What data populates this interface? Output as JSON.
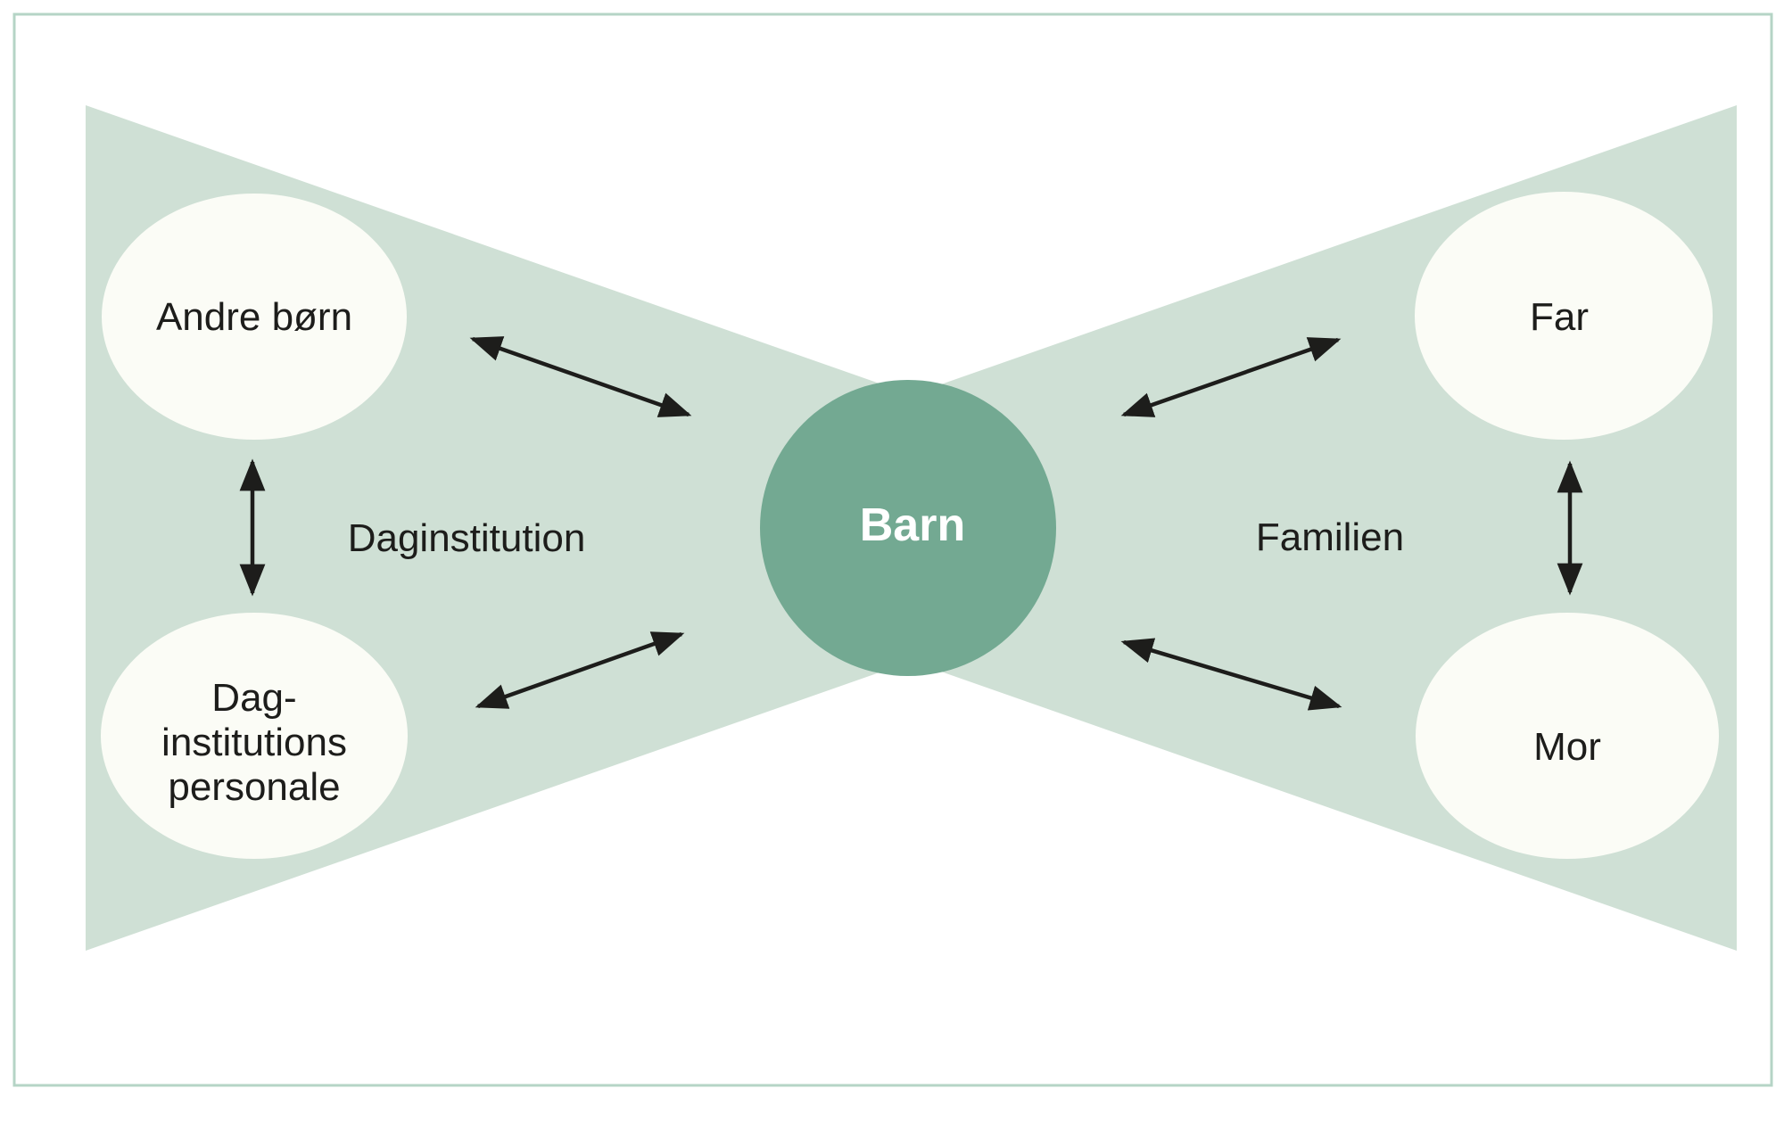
{
  "diagram": {
    "center_node": {
      "label": "Barn"
    },
    "left_section": {
      "region_label": "Daginstitution",
      "top_node": {
        "label": "Andre børn"
      },
      "bottom_node": {
        "label": "Dag-\ninstitutions\npersonale"
      }
    },
    "right_section": {
      "region_label": "Familien",
      "top_node": {
        "label": "Far"
      },
      "bottom_node": {
        "label": "Mor"
      }
    }
  },
  "colors": {
    "background": "#ffffff",
    "frame_border": "#b5d4c6",
    "funnel_fill": "#cfe0d5",
    "center_circle_fill": "#73a992",
    "node_fill": "#fbfcf6",
    "text": "#1d1d1b",
    "center_text": "#ffffff",
    "arrow": "#1d1d1b"
  }
}
